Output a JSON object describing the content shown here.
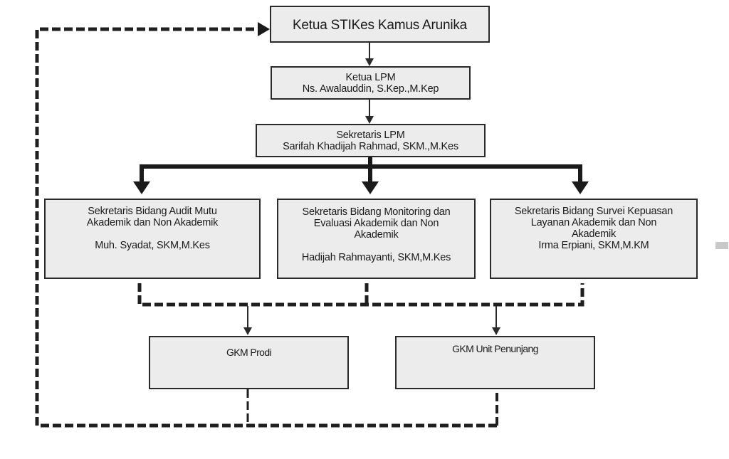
{
  "colors": {
    "box_fill": "#ececec",
    "line": "#2a2a2a",
    "background": "#ffffff"
  },
  "nodes": {
    "ketua_stikes": {
      "lines": [
        "Ketua STIKes Kamus Arunika"
      ]
    },
    "ketua_lpm": {
      "lines": [
        "Ketua LPM",
        "Ns. Awalauddin, S.Kep.,M.Kep"
      ]
    },
    "sekretaris_lpm": {
      "lines": [
        "Sekretaris LPM",
        "Sarifah Khadijah Rahmad, SKM.,M.Kes"
      ]
    },
    "audit_mutu": {
      "title_lines": [
        "Sekretaris Bidang Audit Mutu",
        "Akademik dan Non Akademik"
      ],
      "name": "Muh. Syadat, SKM,M.Kes"
    },
    "monev": {
      "title_lines": [
        "Sekretaris Bidang Monitoring dan",
        "Evaluasi Akademik dan Non",
        "Akademik"
      ],
      "name": "Hadijah Rahmayanti, SKM,M.Kes"
    },
    "survei": {
      "title_lines": [
        "Sekretaris Bidang Survei Kepuasan",
        "Layanan Akademik dan Non",
        "Akademik"
      ],
      "name": "Irma Erpiani, SKM,M.KM"
    },
    "gkm_prodi": {
      "lines": [
        "GKM Prodi"
      ]
    },
    "gkm_unit": {
      "lines": [
        "GKM Unit Penunjang"
      ]
    }
  },
  "edges": [
    {
      "from": "ketua_stikes",
      "to": "ketua_lpm",
      "style": "solid"
    },
    {
      "from": "ketua_lpm",
      "to": "sekretaris_lpm",
      "style": "solid"
    },
    {
      "from": "sekretaris_lpm",
      "to": "audit_mutu",
      "style": "solid-bold"
    },
    {
      "from": "sekretaris_lpm",
      "to": "monev",
      "style": "solid-bold"
    },
    {
      "from": "sekretaris_lpm",
      "to": "survei",
      "style": "solid-bold"
    },
    {
      "from": "audit_mutu",
      "to": "gkm_prodi",
      "style": "dashed"
    },
    {
      "from": "monev",
      "to": "gkm_prodi",
      "style": "dashed"
    },
    {
      "from": "survei",
      "to": "gkm_unit",
      "style": "dashed"
    },
    {
      "from": "gkm_prodi",
      "to": "ketua_stikes",
      "style": "dashed-feedback"
    },
    {
      "from": "gkm_unit",
      "to": "ketua_stikes",
      "style": "dashed-feedback"
    }
  ]
}
